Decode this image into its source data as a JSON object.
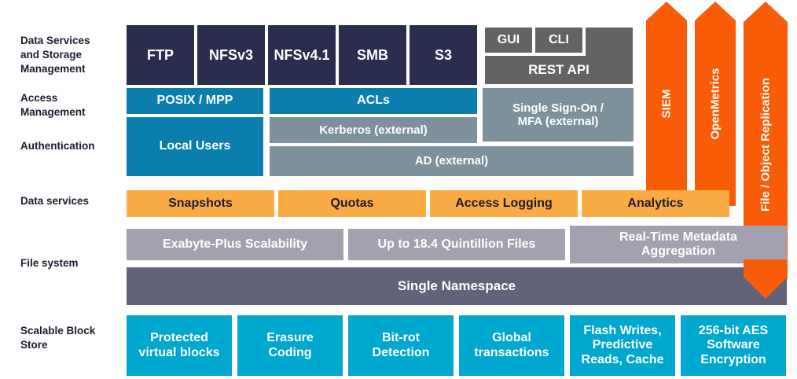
{
  "diagram": {
    "title": "Scalable file and object storage platform layer stack",
    "colors": {
      "navy": "#2b2d4f",
      "gray": "#636363",
      "blue": "#0b7ead",
      "slate": "#7d919c",
      "orange_light": "#fbab44",
      "light_gray": "#a1a1b0",
      "dark_gray": "#62627a",
      "cyan": "#00a7ce",
      "arrow_orange": "#f95c08",
      "background": "#ffffff",
      "label_text": "#1b1b2f"
    }
  },
  "row_labels": [
    {
      "id": "data-services-storage-management",
      "text": "Data Services\nand Storage\nManagement"
    },
    {
      "id": "access-management",
      "text": "Access\nManagement"
    },
    {
      "id": "authentication",
      "text": "Authentication"
    },
    {
      "id": "data-services",
      "text": "Data services"
    },
    {
      "id": "file-system",
      "text": "File system"
    },
    {
      "id": "scalable-block-store",
      "text": "Scalable Block\nStore"
    }
  ],
  "protocols_row": [
    {
      "id": "ftp",
      "label": "FTP"
    },
    {
      "id": "nfsv3",
      "label": "NFSv3"
    },
    {
      "id": "nfsv41",
      "label": "NFSv4.1"
    },
    {
      "id": "smb",
      "label": "SMB"
    },
    {
      "id": "s3",
      "label": "S3"
    }
  ],
  "management_row": {
    "gui": "GUI",
    "cli": "CLI",
    "spacer": "",
    "rest_api": "REST API"
  },
  "access_management_row": [
    {
      "id": "posix-mpp",
      "label": "POSIX / MPP"
    },
    {
      "id": "acls",
      "label": "ACLs"
    },
    {
      "id": "single-sign-on-mfa",
      "label": "Single Sign-On /\nMFA (external)"
    }
  ],
  "authentication_row": [
    {
      "id": "local-users",
      "label": "Local Users"
    },
    {
      "id": "kerberos",
      "label": "Kerberos (external)"
    },
    {
      "id": "ad-external",
      "label": "AD (external)"
    }
  ],
  "data_services_row": [
    {
      "id": "snapshots",
      "label": "Snapshots"
    },
    {
      "id": "quotas",
      "label": "Quotas"
    },
    {
      "id": "access-logging",
      "label": "Access Logging"
    },
    {
      "id": "analytics",
      "label": "Analytics"
    }
  ],
  "file_system_row": [
    {
      "id": "exabyte-plus-scalability",
      "label": "Exabyte-Plus Scalability"
    },
    {
      "id": "up-to-18-4-quintillion-files",
      "label": "Up to 18.4 Quintillion Files"
    },
    {
      "id": "real-time-metadata-aggregation",
      "label": "Real-Time Metadata\nAggregation"
    }
  ],
  "single_namespace": {
    "id": "single-namespace",
    "label": "Single Namespace"
  },
  "block_store_row": [
    {
      "id": "protected-virtual-blocks",
      "label": "Protected\nvirtual blocks"
    },
    {
      "id": "erasure-coding",
      "label": "Erasure\nCoding"
    },
    {
      "id": "bit-rot-detection",
      "label": "Bit-rot\nDetection"
    },
    {
      "id": "global-transactions",
      "label": "Global\ntransactions"
    },
    {
      "id": "flash-writes-predictive-reads-cache",
      "label": "Flash Writes,\nPredictive\nReads, Cache"
    },
    {
      "id": "aes-software-encryption",
      "label": "256-bit AES\nSoftware\nEncryption"
    }
  ],
  "vertical_arrows": [
    {
      "id": "siem",
      "label": "SIEM",
      "double_headed": false
    },
    {
      "id": "openmetrics",
      "label": "OpenMetrics",
      "double_headed": false
    },
    {
      "id": "file-object-replication",
      "label": "File / Object Replication",
      "double_headed": true
    }
  ]
}
